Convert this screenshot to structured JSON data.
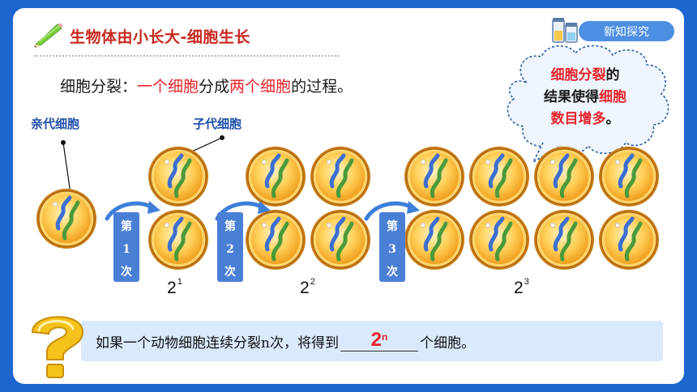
{
  "header": {
    "title": "生物体由小长大-细胞生长",
    "badge": "新知探究"
  },
  "definition": {
    "prefix": "细胞分裂：",
    "part1": "一个细胞",
    "mid": "分成",
    "part2": "两个细胞",
    "suffix": "的过程。"
  },
  "labels": {
    "parent": "亲代细胞",
    "child": "子代细胞"
  },
  "cloud": {
    "line1_red": "细胞分裂",
    "line1_black": "的",
    "line2_black": "结果使得",
    "line2_red": "细胞",
    "line3_red": "数目增多",
    "line3_black": "。"
  },
  "steps": [
    {
      "top": "第",
      "num": "1",
      "bottom": "次"
    },
    {
      "top": "第",
      "num": "2",
      "bottom": "次"
    },
    {
      "top": "第",
      "num": "3",
      "bottom": "次"
    }
  ],
  "powers": [
    {
      "base": "2",
      "exp": "1"
    },
    {
      "base": "2",
      "exp": "2"
    },
    {
      "base": "2",
      "exp": "3"
    }
  ],
  "question": {
    "before": "如果一个动物细胞连续分裂n次，将得到",
    "answer_base": "2",
    "answer_exp": "n",
    "after": "个细胞。"
  },
  "colors": {
    "frame": "#1d66cf",
    "title_red": "#c8281e",
    "highlight_red": "#e8232a",
    "label_blue": "#1f4fa8",
    "cell_orange": "#f0a020",
    "step_box": "#4a7fd6",
    "question_bar": "#d9eafc"
  }
}
